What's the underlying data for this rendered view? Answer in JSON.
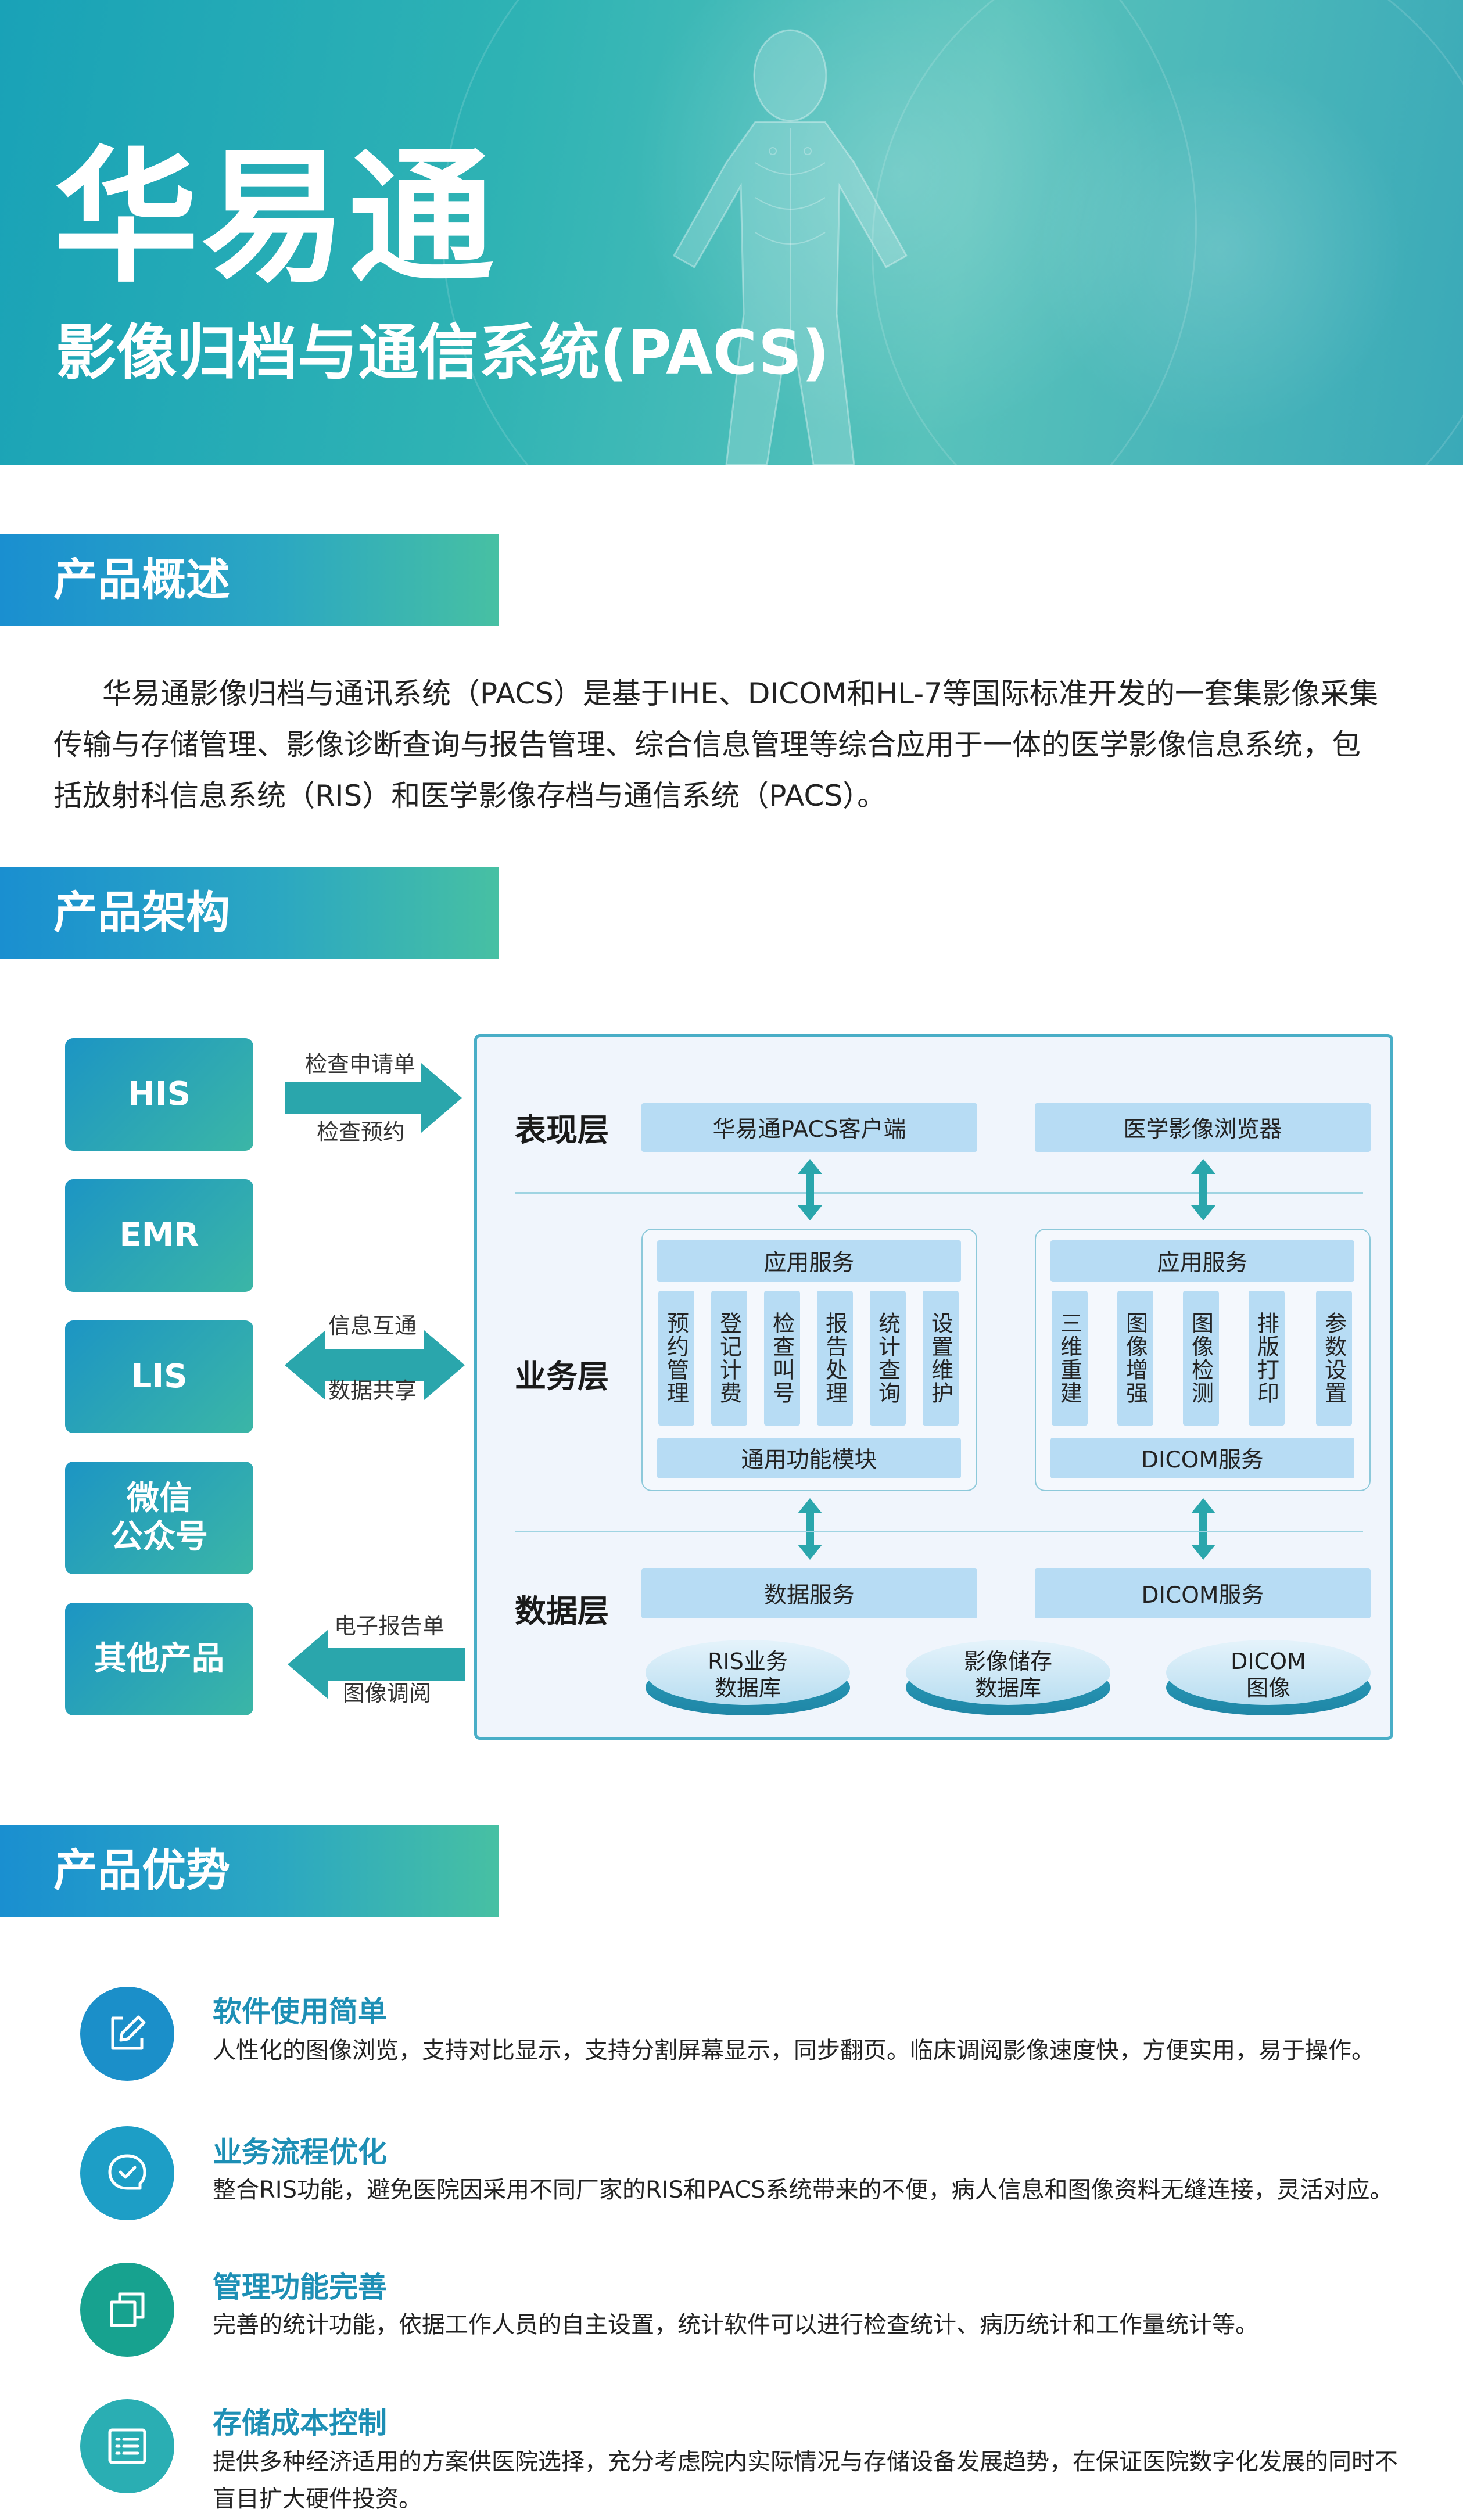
{
  "hero": {
    "title": "华易通",
    "subtitle": "影像归档与通信系统(PACS)"
  },
  "sections": {
    "overview_title": "产品概述",
    "architecture_title": "产品架构",
    "advantages_title": "产品优势"
  },
  "overview": {
    "text": "华易通影像归档与通讯系统（PACS）是基于IHE、DICOM和HL-7等国际标准开发的一套集影像采集传输与存储管理、影像诊断查询与报告管理、综合信息管理等综合应用于一体的医学影像信息系统，包括放射科信息系统（RIS）和医学影像存档与通信系统（PACS）。"
  },
  "architecture": {
    "sources": [
      "HIS",
      "EMR",
      "LIS",
      "微信\n公众号",
      "其他产品"
    ],
    "arrows": {
      "his_top": "检查申请单",
      "his_bottom": "检查预约",
      "lis_top": "信息互通",
      "lis_bottom": "数据共享",
      "other_top": "电子报告单",
      "other_bottom": "图像调阅"
    },
    "layers": {
      "presentation": "表现层",
      "business": "业务层",
      "data": "数据层"
    },
    "presentation": {
      "left": "华易通PACS客户端",
      "right": "医学影像浏览器"
    },
    "business_left": {
      "header": "应用服务",
      "modules": [
        "预约管理",
        "登记计费",
        "检查叫号",
        "报告处理",
        "统计查询",
        "设置维护"
      ],
      "footer": "通用功能模块"
    },
    "business_right": {
      "header": "应用服务",
      "modules": [
        "三维重建",
        "图像增强",
        "图像检测",
        "排版打印",
        "参数设置"
      ],
      "footer": "DICOM服务"
    },
    "data": {
      "left": "数据服务",
      "right": "DICOM服务",
      "databases": [
        "RIS业务\n数据库",
        "影像储存\n数据库",
        "DICOM\n图像"
      ]
    }
  },
  "advantages": [
    {
      "icon": "edit-icon",
      "title": "软件使用简单",
      "desc": "人性化的图像浏览，支持对比显示，支持分割屏幕显示，同步翻页。临床调阅影像速度快，方便实用，易于操作。",
      "color": "#1b8fc9"
    },
    {
      "icon": "check-chat-icon",
      "title": "业务流程优化",
      "desc": "整合RIS功能，避免医院因采用不同厂家的RIS和PACS系统带来的不便，病人信息和图像资料无缝连接，灵活对应。",
      "color": "#1d9ec6"
    },
    {
      "icon": "copy-icon",
      "title": "管理功能完善",
      "desc": "完善的统计功能，依据工作人员的自主设置，统计软件可以进行检查统计、病历统计和工作量统计等。",
      "color": "#17a28f"
    },
    {
      "icon": "storage-list-icon",
      "title": "存储成本控制",
      "desc": "提供多种经济适用的方案供医院选择，充分考虑院内实际情况与存储设备发展趋势，在保证医院数字化发展的同时不盲目扩大硬件投资。",
      "color": "#2aaeb3"
    }
  ],
  "colors": {
    "brand_blue": "#1a8fd0",
    "brand_teal": "#47c0a3",
    "pill_blue": "#b7dcf4",
    "arrow_teal": "#2aa6ac",
    "title_blue": "#1d8fb5"
  }
}
